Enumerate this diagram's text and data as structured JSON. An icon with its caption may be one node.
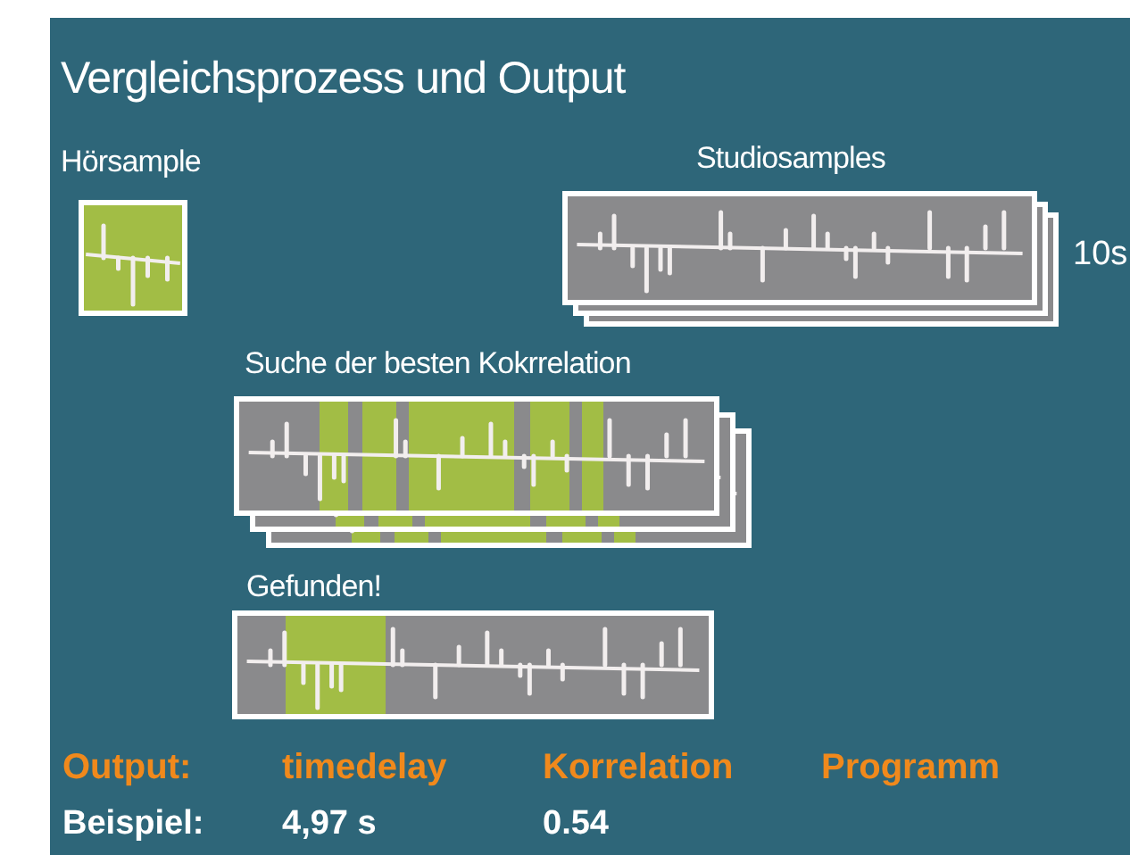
{
  "diagram": {
    "title": "Vergleichsprozess und Output",
    "nodes": [
      {
        "text": [
          "Hörsample"
        ]
      },
      {
        "text": [
          "Studiosamples"
        ],
        "beside": [
          "10s"
        ]
      },
      {
        "text": [
          "Suche der besten Kokrrelation"
        ]
      },
      {
        "text": [
          "Gefunden!"
        ]
      }
    ],
    "labels": [
      "Output:",
      "timedelay",
      "Korrelation",
      "Programm",
      "Beispiel:",
      "4,97 s",
      "0.54"
    ]
  }
}
